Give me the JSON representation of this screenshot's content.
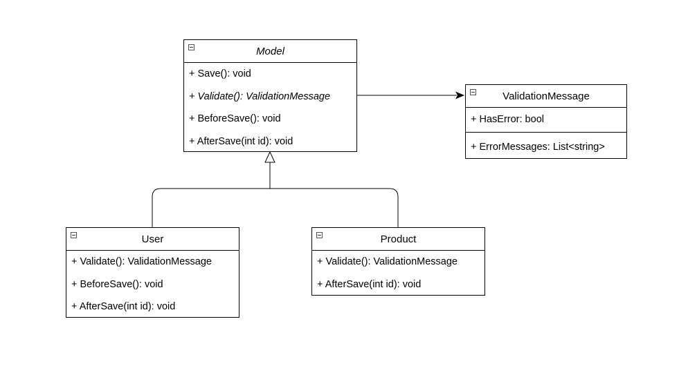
{
  "diagram": {
    "classes": [
      {
        "id": "model",
        "name": "Model",
        "abstract": true,
        "members": [
          {
            "text": "+ Save(): void",
            "italic": false
          },
          {
            "text": "+ Validate(): ValidationMessage",
            "italic": true
          },
          {
            "text": "+ BeforeSave(): void",
            "italic": false
          },
          {
            "text": "+ AfterSave(int id): void",
            "italic": false
          }
        ]
      },
      {
        "id": "validationmessage",
        "name": "ValidationMessage",
        "abstract": false,
        "attributes": [
          "+ HasError: bool"
        ],
        "operations": [
          "+ ErrorMessages: List<string>"
        ]
      },
      {
        "id": "user",
        "name": "User",
        "abstract": false,
        "members": [
          {
            "text": "+ Validate(): ValidationMessage",
            "italic": false
          },
          {
            "text": "+ BeforeSave(): void",
            "italic": false
          },
          {
            "text": "+ AfterSave(int id): void",
            "italic": false
          }
        ]
      },
      {
        "id": "product",
        "name": "Product",
        "abstract": false,
        "members": [
          {
            "text": "+ Validate(): ValidationMessage",
            "italic": false
          },
          {
            "text": "+ AfterSave(int id): void",
            "italic": false
          }
        ]
      }
    ],
    "relations": [
      {
        "type": "association",
        "from": "model",
        "to": "validationmessage"
      },
      {
        "type": "generalization",
        "from": "user",
        "to": "model"
      },
      {
        "type": "generalization",
        "from": "product",
        "to": "model"
      }
    ],
    "colors": {
      "stroke": "#000000",
      "background": "#ffffff"
    }
  }
}
